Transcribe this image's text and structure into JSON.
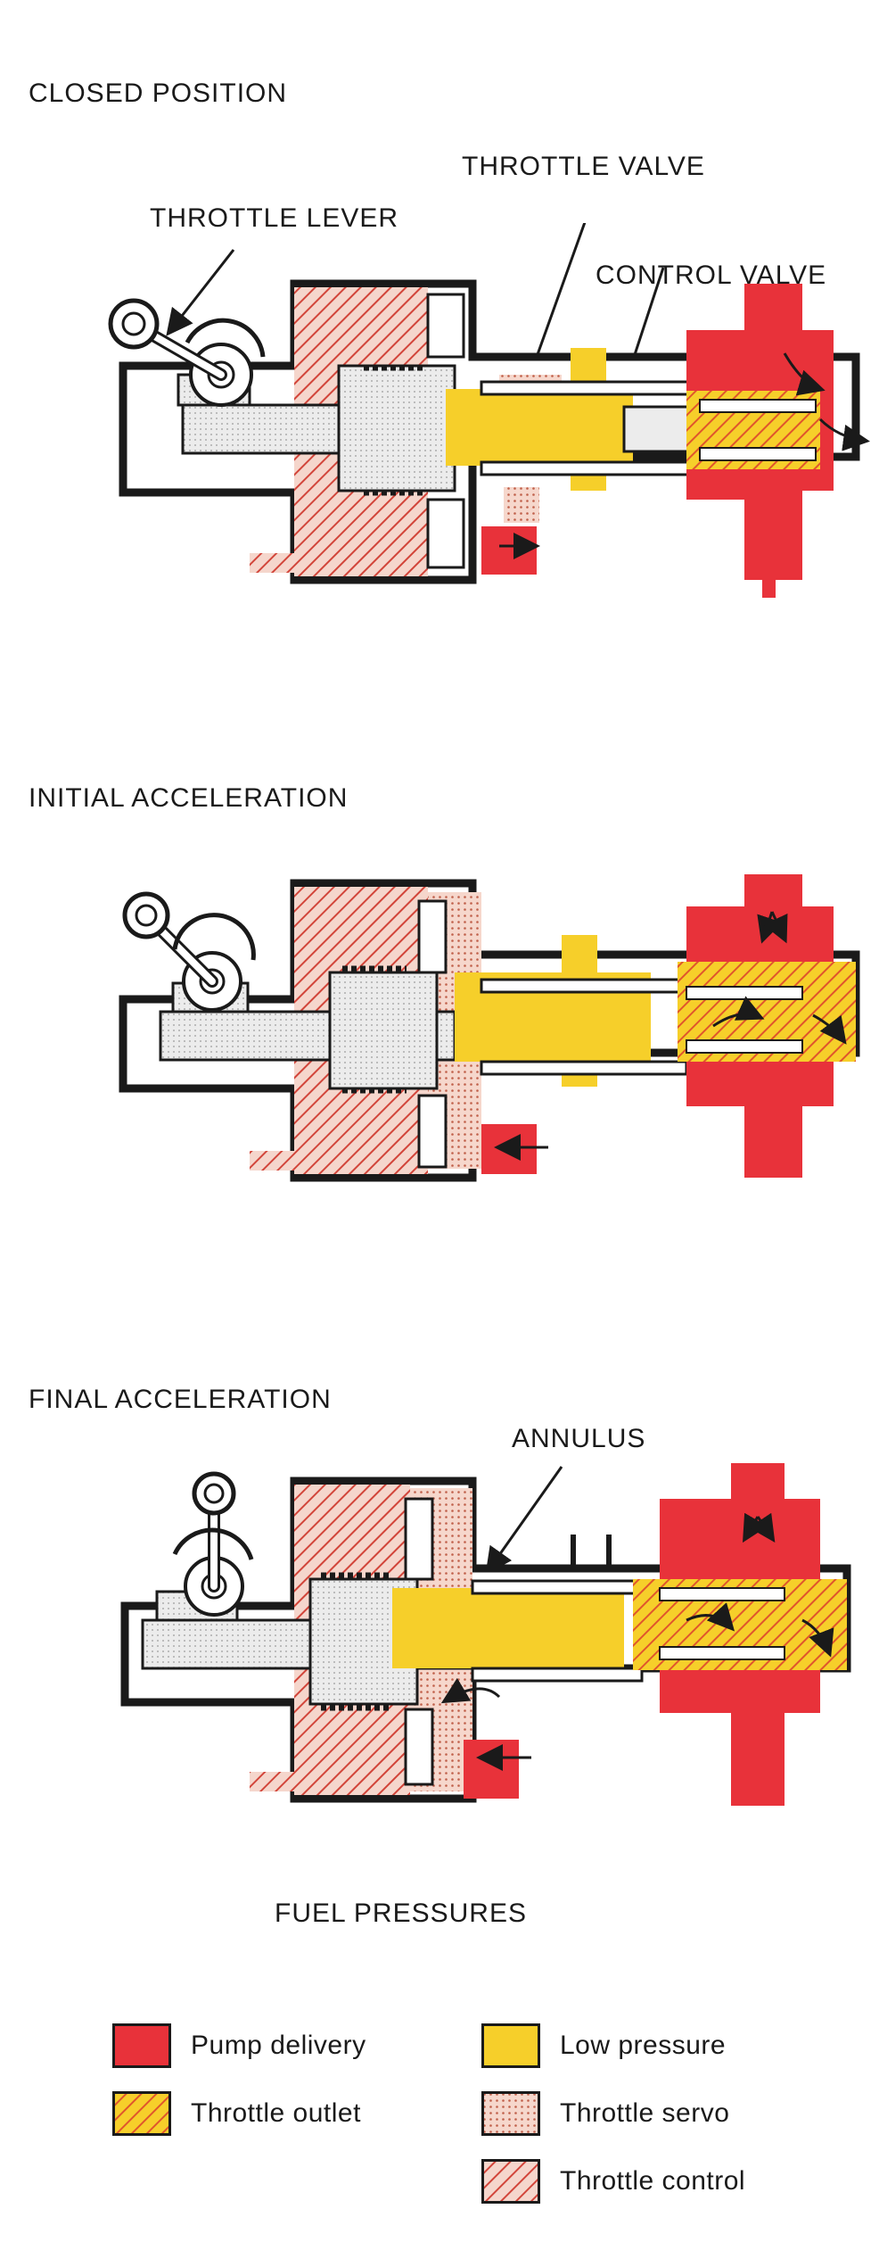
{
  "sections": [
    {
      "title": "CLOSED POSITION"
    },
    {
      "title": "INITIAL ACCELERATION"
    },
    {
      "title": "FINAL ACCELERATION"
    }
  ],
  "callouts": {
    "throttle_lever": "THROTTLE LEVER",
    "throttle_valve": "THROTTLE VALVE",
    "control_valve": "CONTROL VALVE",
    "annulus": "ANNULUS"
  },
  "legend": {
    "title": "FUEL PRESSURES",
    "items": [
      {
        "label": "Pump delivery",
        "fill": "pump-delivery"
      },
      {
        "label": "Low pressure",
        "fill": "low-pressure"
      },
      {
        "label": "Throttle outlet",
        "fill": "throttle-outlet"
      },
      {
        "label": "Throttle servo",
        "fill": "throttle-servo"
      },
      {
        "label": "Throttle control",
        "fill": "throttle-control"
      }
    ]
  },
  "colors": {
    "pump_delivery": "#e8323a",
    "low_pressure": "#f6cf2a",
    "throttle_outlet": "#f2b62c",
    "throttle_servo": "#f2c4b4",
    "throttle_control": "#e8a08c",
    "outline": "#1a1a1a"
  }
}
